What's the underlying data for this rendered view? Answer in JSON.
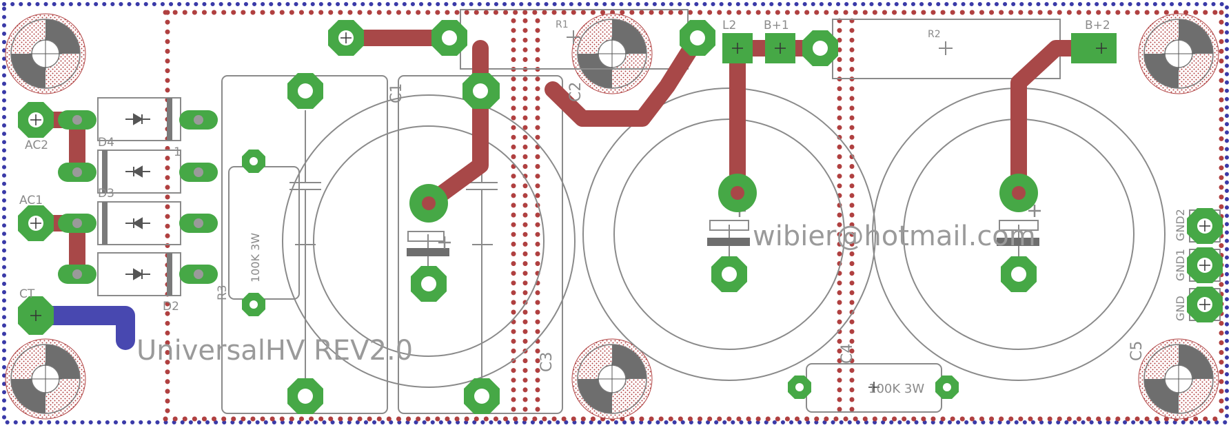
{
  "board": {
    "colors": {
      "bottom_copper": "#4848b0",
      "top_copper": "#a84848",
      "pad": "#46a846",
      "silkscreen": "#8a8a8a",
      "outline_dots": "#3a3aa8",
      "keepout_dots": "#b04040",
      "hole_gray": "#6e6e6e"
    },
    "texts": {
      "title": "UniversalHV REV2.0",
      "email": "wibier@hotmail.com",
      "r3_value": "100K 3W",
      "r4_value": "100K 3W"
    },
    "designators": {
      "ac2": "AC2",
      "ac1": "AC1",
      "ct": "CT",
      "d4": "D4",
      "d3": "D3",
      "d1": "1",
      "d2": "D2",
      "r3": "R3",
      "c1": "C1",
      "r1": "R1",
      "c2": "C2",
      "c3": "C3",
      "l2": "L2",
      "bplus1": "B+1",
      "r2": "R2",
      "bplus2": "B+2",
      "c4": "C4",
      "c5": "C5",
      "gnd2": "GND2",
      "gnd1": "GND1",
      "gnd": "GND"
    }
  }
}
